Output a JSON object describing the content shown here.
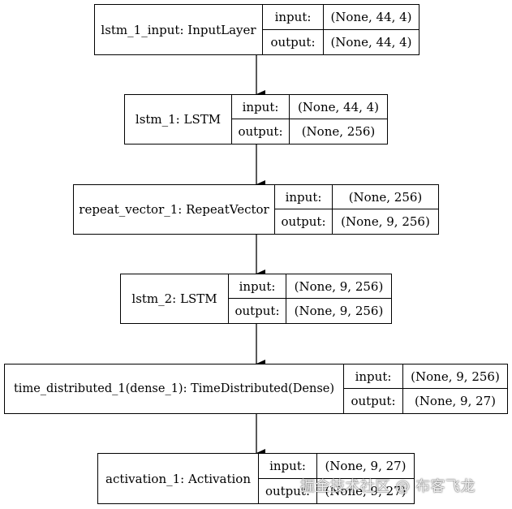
{
  "nodes": [
    {
      "name": "lstm_1_input: InputLayer",
      "input_label": "input:",
      "input_value": "(None, 44, 4)",
      "output_label": "output:",
      "output_value": "(None, 44, 4)"
    },
    {
      "name": "lstm_1: LSTM",
      "input_label": "input:",
      "input_value": "(None, 44, 4)",
      "output_label": "output:",
      "output_value": "(None, 256)"
    },
    {
      "name": "repeat_vector_1: RepeatVector",
      "input_label": "input:",
      "input_value": "(None, 256)",
      "output_label": "output:",
      "output_value": "(None, 9, 256)"
    },
    {
      "name": "lstm_2: LSTM",
      "input_label": "input:",
      "input_value": "(None, 9, 256)",
      "output_label": "output:",
      "output_value": "(None, 9, 256)"
    },
    {
      "name": "time_distributed_1(dense_1): TimeDistributed(Dense)",
      "input_label": "input:",
      "input_value": "(None, 9, 256)",
      "output_label": "output:",
      "output_value": "(None, 9, 27)"
    },
    {
      "name": "activation_1: Activation",
      "input_label": "input:",
      "input_value": "(None, 9, 27)",
      "output_label": "output:",
      "output_value": "(None, 9, 27)"
    }
  ],
  "watermark": "掘金技术社区 @ 布客飞龙",
  "colors": {
    "line": "#000000",
    "background": "#ffffff"
  }
}
